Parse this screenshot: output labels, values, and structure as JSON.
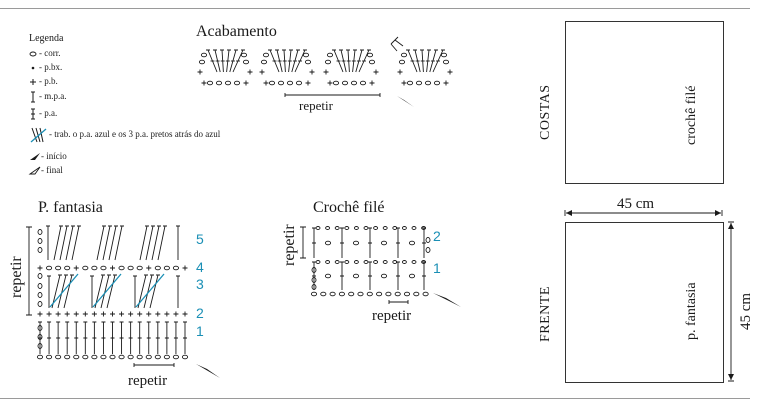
{
  "legend": {
    "title": "Legenda",
    "items": [
      {
        "symbol": "corr-icon",
        "label": "- corr."
      },
      {
        "symbol": "pbx-icon",
        "label": "- p.bx."
      },
      {
        "symbol": "pb-icon",
        "label": "- p.b."
      },
      {
        "symbol": "mpa-icon",
        "label": "- m.p.a."
      },
      {
        "symbol": "pa-icon",
        "label": "- p.a."
      },
      {
        "symbol": "crossed-pa-icon",
        "label": "- trab. o p.a. azul e os 3 p.a. pretos atrás do azul"
      },
      {
        "symbol": "start-arrow-icon",
        "label": "- início"
      },
      {
        "symbol": "end-arrow-icon",
        "label": "- final"
      }
    ]
  },
  "acabamento": {
    "title": "Acabamento",
    "repeat_label": "repetir"
  },
  "fantasia": {
    "title": "P. fantasia",
    "repeat_side_label": "repetir",
    "repeat_bottom_label": "repetir",
    "row_numbers": [
      "5",
      "4",
      "3",
      "2",
      "1"
    ]
  },
  "croche_file": {
    "title": "Crochê filé",
    "repeat_side_label": "repetir",
    "repeat_bottom_label": "repetir",
    "row_numbers": [
      "2",
      "1"
    ]
  },
  "pieces": {
    "back": {
      "side_label": "COSTAS",
      "inner_label": "crochê filé"
    },
    "front": {
      "side_label": "FRENTE",
      "inner_label": "p. fantasia",
      "width_label": "45 cm",
      "height_label": "45 cm"
    }
  },
  "colors": {
    "accent_blue": "#1a8fb5",
    "ink": "#1a1a1a",
    "rule": "#9a9a9a"
  }
}
